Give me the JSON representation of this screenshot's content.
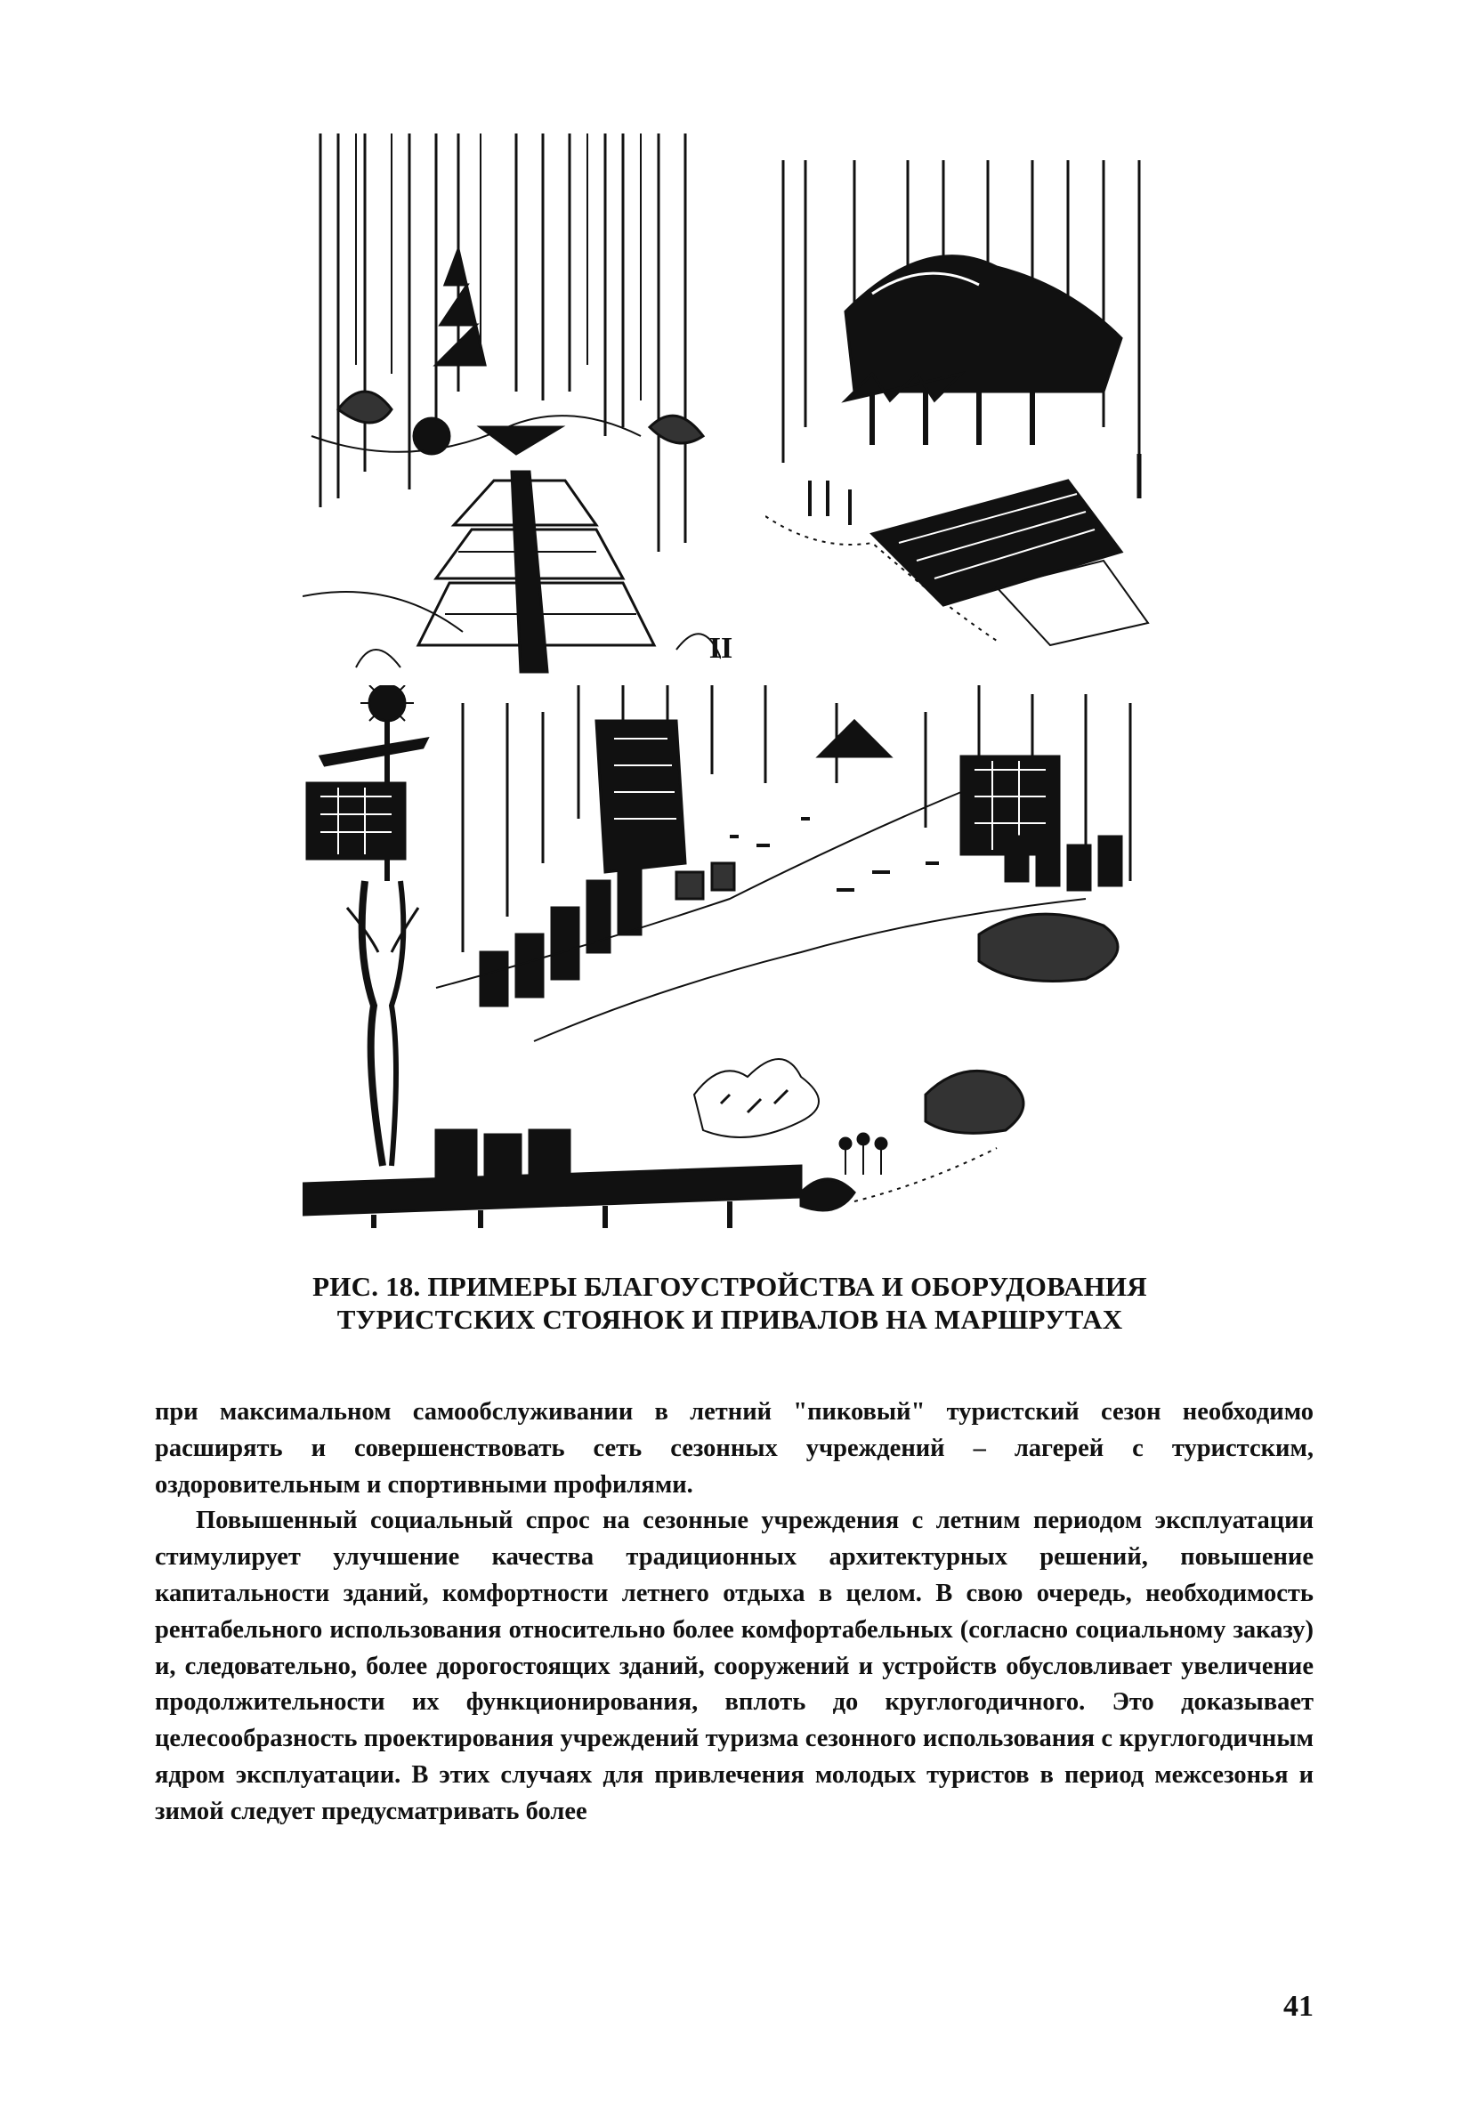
{
  "figure": {
    "number_label": "II"
  },
  "caption": {
    "line1": "РИС. 18. ПРИМЕРЫ БЛАГОУСТРОЙСТВА И ОБОРУДОВАНИЯ",
    "line2": "ТУРИСТСКИХ СТОЯНОК И ПРИВАЛОВ НА МАРШРУТАХ"
  },
  "body": {
    "paragraphs": [
      "при максимальном самообслуживании в летний \"пиковый\" туристский сезон необходимо расширять и совершенствовать сеть сезонных учреждений – лагерей с туристским, оздоровительным и спортивными профилями.",
      "Повышенный социальный спрос на сезонные учреждения с летним периодом эксплуатации стимулирует улучшение качества традиционных архитектурных решений, повышение капитальности зданий, комфортности летнего отдыха в целом. В свою очередь, необходимость рентабельного использования относительно более комфортабельных (согласно социальному заказу) и, следовательно, более дорогостоящих зданий, сооружений и устройств обусловливает увеличение продолжительности их функционирования, вплоть до круглогодичного. Это доказывает целесообразность проектирования учреждений туризма сезонного использования с круглогодичным ядром эксплуатации. В этих случаях для привлечения молодых туристов в период межсезонья и зимой следует предусматривать более"
    ]
  },
  "page_number": "41"
}
